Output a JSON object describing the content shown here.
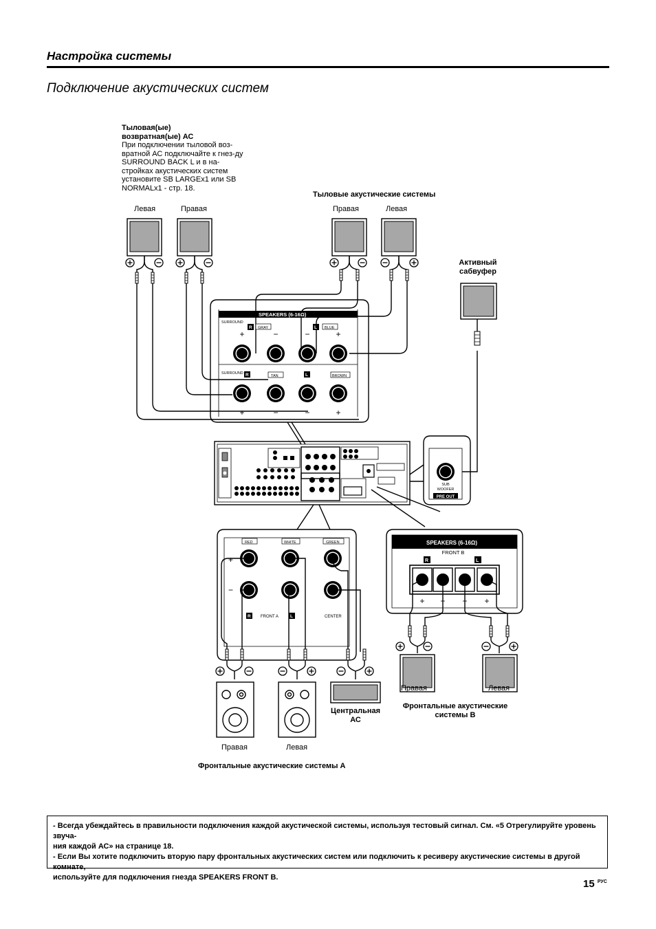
{
  "header": {
    "section_title": "Настройка системы",
    "page_title": "Подключение акустических систем"
  },
  "rear_back_note": {
    "heading_line1": "Тыловая(ые)",
    "heading_line2": "возвратная(ые) АС",
    "text": "При подключении тыловой воз-вратной АС подключайте к гнез-ду SURROUND BACK L и в на-стройках акустических систем установите SB LARGEx1 или SB NORMALx1 - стр. 18."
  },
  "labels": {
    "left": "Левая",
    "right": "Правая",
    "rear_speakers": "Тыловые акустические системы",
    "subwoofer_line1": "Активный",
    "subwoofer_line2": "сабвуфер",
    "center_line1": "Центральная",
    "center_line2": "АС",
    "front_a": "Фронтальные акустические системы A",
    "front_b_line1": "Фронтальные акустические",
    "front_b_line2": "системы B"
  },
  "panel_surround": {
    "speakers": "SPEAKERS (6-16Ω)",
    "surround": "SURROUND",
    "gray": "GRAY",
    "blue": "BLUE",
    "tan": "TAN",
    "brown": "BROWN",
    "r": "R",
    "l": "L"
  },
  "panel_front_a": {
    "red": "RED",
    "white": "WHITE",
    "green": "GREEN",
    "front_a": "FRONT A",
    "center": "CENTER",
    "r": "R",
    "l": "L"
  },
  "panel_front_b": {
    "speakers": "SPEAKERS (6-16Ω)",
    "front_b": "FRONT B",
    "r": "R",
    "l": "L"
  },
  "panel_sub": {
    "sub": "SUB",
    "woofer": "WOOFER",
    "pre_out": "PRE OUT"
  },
  "notes": {
    "line1": "- Всегда убеждайтесь в правильности подключения каждой акустической системы, используя тестовый сигнал. См. «5 Отрегулируйте уровень звуча-",
    "line2": "ния каждой АС» на странице 18.",
    "line3": "- Если Вы хотите подключить вторую пару фронтальных акустических систем или подключить к ресиверу акустические системы в другой комнате,",
    "line4": "используйте для подключения гнезда SPEAKERS FRONT B."
  },
  "page": {
    "number": "15",
    "lang": "РУС"
  }
}
